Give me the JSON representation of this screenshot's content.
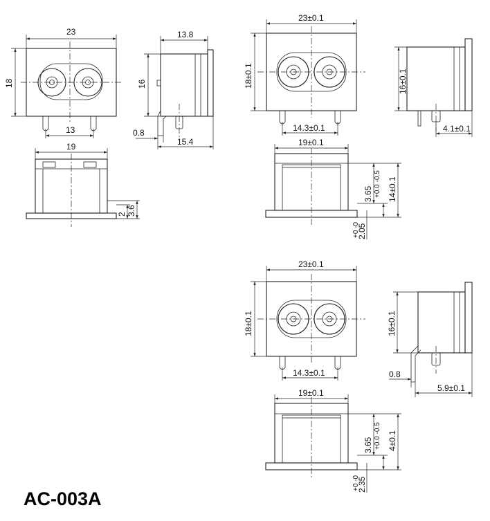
{
  "title": "AC-003A",
  "views": {
    "view1": {
      "front_width": "23",
      "front_height": "18",
      "pin_spacing": "13",
      "side_depth": "13.8",
      "side_height": "16",
      "side_offset": "0.8",
      "side_total": "15.4",
      "bottom_width": "19",
      "bottom_dim_a": "2",
      "bottom_dim_b": "3.6"
    },
    "view2": {
      "front_width": "23±0.1",
      "front_height": "18±0.1",
      "pin_spacing": "14.3±0.1",
      "side_height": "16±0.1",
      "side_depth": "4.1±0.1",
      "bottom_width": "19±0.1",
      "bottom_height": "14±0.1",
      "bottom_dim_a": "3.65",
      "bottom_dim_a_tol": "+0.0 -0.5",
      "bottom_dim_b": "2.05",
      "bottom_dim_b_tol": "+0 -0"
    },
    "view3": {
      "front_width": "23±0.1",
      "front_height": "18±0.1",
      "pin_spacing": "14.3±0.1",
      "side_height": "16±0.1",
      "side_offset": "0.8",
      "side_depth": "5.9±0.1",
      "bottom_width": "19±0.1",
      "bottom_height": "4±0.1",
      "bottom_dim_a": "3.65",
      "bottom_dim_a_tol": "+0.0 -0.5",
      "bottom_dim_b": "2.35",
      "bottom_dim_b_tol": "+0 -0"
    }
  }
}
